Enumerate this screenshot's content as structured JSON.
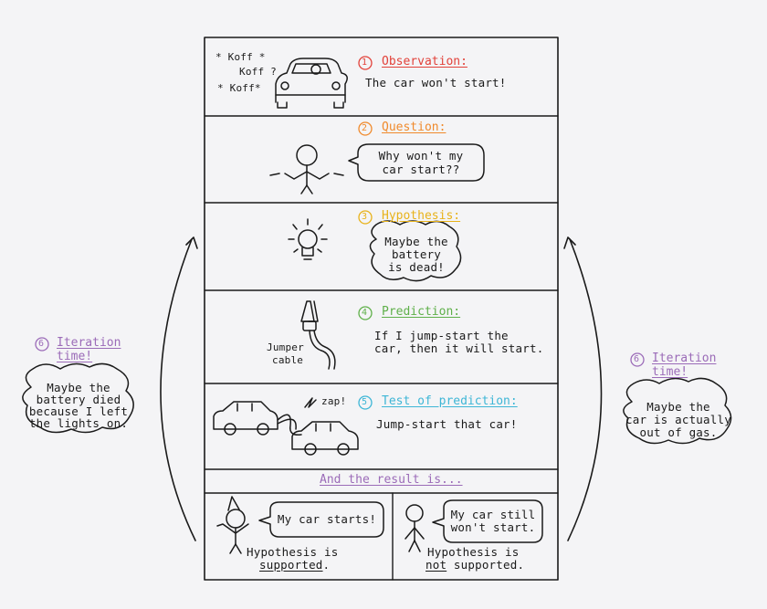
{
  "panels": {
    "observation": {
      "sound1": "* Koff *",
      "sound2": "Koff ?",
      "sound3": "* Koff*",
      "step": "1",
      "title": "Observation:",
      "text": "The car won't start!",
      "color": "#e2423a"
    },
    "question": {
      "step": "2",
      "title": "Question:",
      "bubble_line1": "Why won't my",
      "bubble_line2": "car start??",
      "color": "#f08a2c"
    },
    "hypothesis": {
      "step": "3",
      "title": "Hypothesis:",
      "bubble_line1": "Maybe the",
      "bubble_line2": "battery",
      "bubble_line3": "is dead!",
      "color": "#e8b21a"
    },
    "prediction": {
      "step": "4",
      "title": "Prediction:",
      "label_line1": "Jumper",
      "label_line2": "cable",
      "text_line1": "If I jump-start the",
      "text_line2": "car, then it will start.",
      "color": "#5fb04a"
    },
    "test": {
      "step": "5",
      "title": "Test of prediction:",
      "zap": "zap!",
      "text": "Jump-start that car!",
      "color": "#3eb6d6"
    },
    "result": {
      "heading": "And the result is...",
      "color": "#9b6bb8",
      "supported_bubble": "My car starts!",
      "supported_line1": "Hypothesis is",
      "supported_line2_a": "supported",
      "supported_line2_b": ".",
      "not_bubble_line1": "My car still",
      "not_bubble_line2": "won't start.",
      "not_line1": "Hypothesis is",
      "not_line2_a": "not",
      "not_line2_b": " supported."
    }
  },
  "iteration_left": {
    "step": "6",
    "title_line1": "Iteration",
    "title_line2": "time!",
    "bubble_line1": "Maybe the",
    "bubble_line2": "battery died",
    "bubble_line3": "because I left",
    "bubble_line4": "the lights on."
  },
  "iteration_right": {
    "step": "6",
    "title_line1": "Iteration",
    "title_line2": "time!",
    "bubble_line1": "Maybe the",
    "bubble_line2": "car is actually",
    "bubble_line3": "out of gas."
  }
}
